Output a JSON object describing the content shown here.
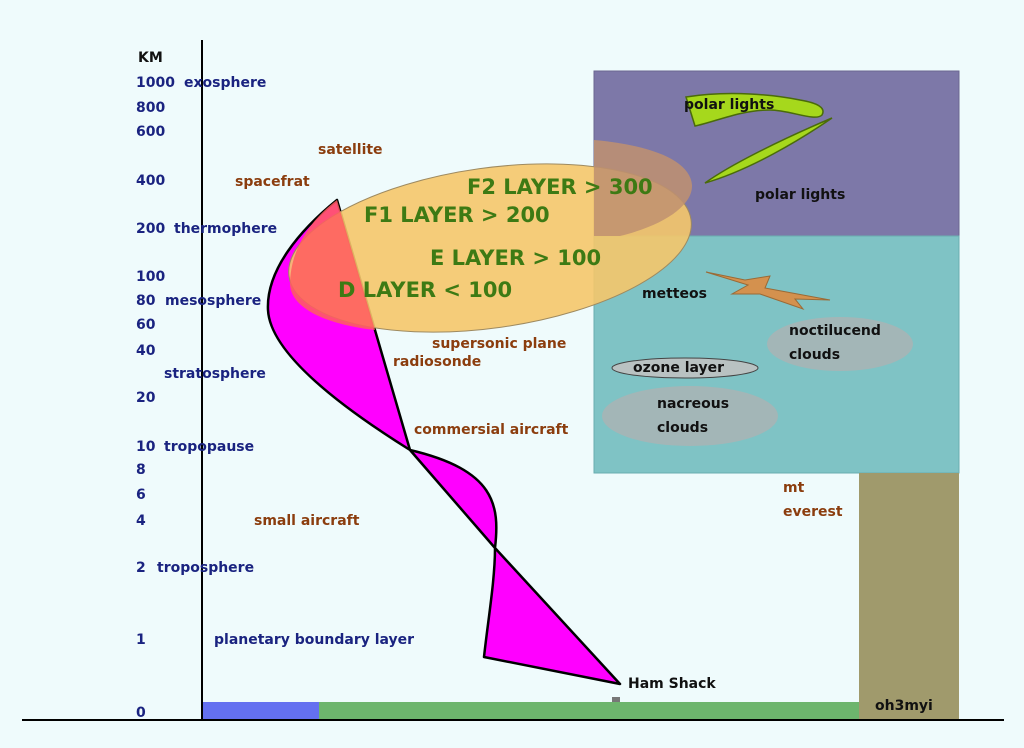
{
  "axis": {
    "unit": "KM",
    "ticks": [
      {
        "value": "1000",
        "name": "exosphere"
      },
      {
        "value": "800",
        "name": ""
      },
      {
        "value": "600",
        "name": ""
      },
      {
        "value": "400",
        "name": ""
      },
      {
        "value": "200",
        "name": "thermophere"
      },
      {
        "value": "100",
        "name": ""
      },
      {
        "value": "80",
        "name": "mesosphere"
      },
      {
        "value": "60",
        "name": ""
      },
      {
        "value": "40",
        "name": ""
      },
      {
        "value": "",
        "name": "stratosphere"
      },
      {
        "value": "20",
        "name": ""
      },
      {
        "value": "10",
        "name": "tropopause"
      },
      {
        "value": "8",
        "name": ""
      },
      {
        "value": "6",
        "name": ""
      },
      {
        "value": "4",
        "name": ""
      },
      {
        "value": "2",
        "name": "troposphere"
      },
      {
        "value": "1",
        "name": "planetary boundary layer"
      },
      {
        "value": "0",
        "name": ""
      }
    ]
  },
  "objects": {
    "satellite": "satellite",
    "spacefrat": "spacefrat",
    "supersonic_plane": "supersonic plane",
    "radiosonde": "radiosonde",
    "commercial_aircraft": "commersial aircraft",
    "small_aircraft": "small aircraft",
    "ham_shack": "Ham Shack",
    "mt_everest_line1": "mt",
    "mt_everest_line2": "everest",
    "callsign": "oh3myi"
  },
  "ionosphere": {
    "f2": "F2 LAYER > 300",
    "f1": "F1 LAYER > 200",
    "e": "E LAYER > 100",
    "d": "D LAYER < 100"
  },
  "phenomena": {
    "polar_lights_1": "polar lights",
    "polar_lights_2": "polar lights",
    "metteos": "metteos",
    "noctilucent_line1": "noctilucend",
    "noctilucent_line2": "clouds",
    "ozone": "ozone layer",
    "nacreous_line1": "nacreous",
    "nacreous_line2": "clouds"
  },
  "colors": {
    "background": "#effbfc",
    "axis_text": "#1a2380",
    "object_text": "#8b3d0e",
    "layer_text": "#3d7a14",
    "upper_panel": "#7d78a8",
    "lower_panel": "#7fc3c5",
    "mountain": "#a09a6c",
    "propagation_path": "#ff00ff",
    "ellipse": "#f5c66a",
    "aurora": "#a6d81c",
    "ground_blue": "#6470f0",
    "ground_green": "#6db56d"
  }
}
